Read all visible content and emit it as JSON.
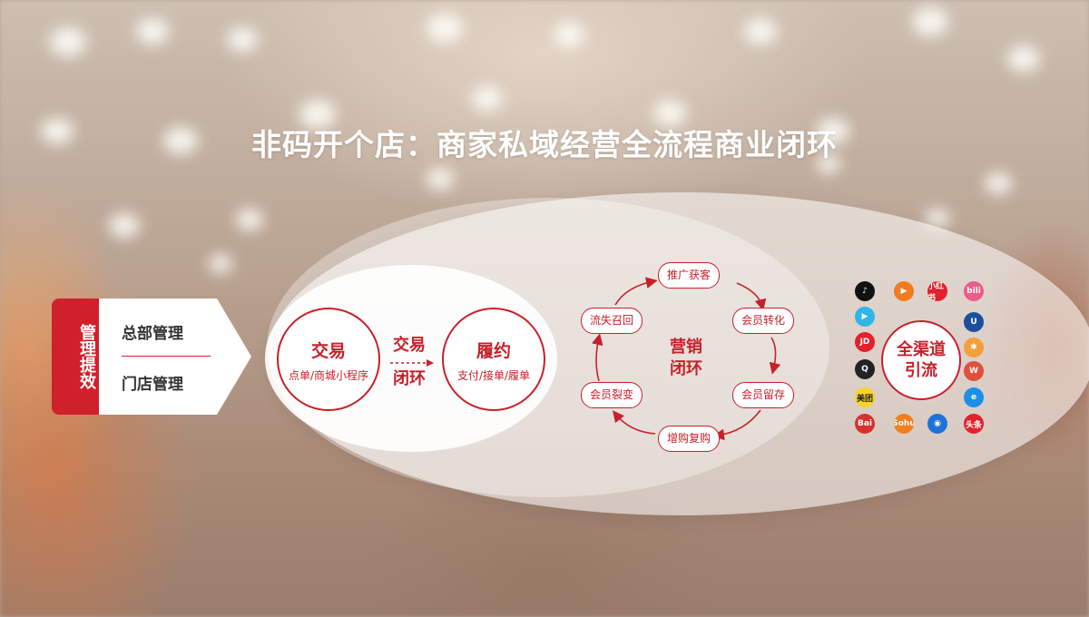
{
  "title": "非码开个店：商家私域经营全流程商业闭环",
  "management": {
    "tag": "管理提效",
    "items": [
      "总部管理",
      "门店管理"
    ]
  },
  "trade": {
    "name": "交易",
    "desc": "点单/商城小程序"
  },
  "link": {
    "line1": "交易",
    "line2": "闭环"
  },
  "fulfil": {
    "name": "履约",
    "desc": "支付/接单/履单"
  },
  "marketing": {
    "center": "营销\n闭环",
    "steps": [
      "推广获客",
      "会员转化",
      "会员留存",
      "增购复购",
      "会员裂变",
      "流失召回"
    ]
  },
  "channel": {
    "center": "全渠道\n引流",
    "icons": [
      {
        "name": "douyin-icon",
        "glyph": "♪",
        "color": "#111111"
      },
      {
        "name": "kuaishou-icon",
        "glyph": "▶",
        "color": "#f47a20"
      },
      {
        "name": "xiaohongshu-icon",
        "glyph": "小红书",
        "color": "#e3202c"
      },
      {
        "name": "bilibili-icon",
        "glyph": "bili",
        "color": "#ee5a89"
      },
      {
        "name": "tencent-video-icon",
        "glyph": "▶",
        "color": "#2fb5e8"
      },
      {
        "name": "unionpay-icon",
        "glyph": "U",
        "color": "#1b4f9c"
      },
      {
        "name": "jd-icon",
        "glyph": "JD",
        "color": "#e3202c"
      },
      {
        "name": "pinwheel-icon",
        "glyph": "✱",
        "color": "#f2a03a"
      },
      {
        "name": "qq-icon",
        "glyph": "Q",
        "color": "#222222"
      },
      {
        "name": "weibo-icon",
        "glyph": "W",
        "color": "#e0503c"
      },
      {
        "name": "meituan-icon",
        "glyph": "美团",
        "color": "#f9d423"
      },
      {
        "name": "eleme-icon",
        "glyph": "e",
        "color": "#1e8ee6"
      },
      {
        "name": "baidu-icon",
        "glyph": "Bai",
        "color": "#d8302f"
      },
      {
        "name": "sohu-icon",
        "glyph": "Sohu",
        "color": "#f08020"
      },
      {
        "name": "tencent-news-icon",
        "glyph": "◉",
        "color": "#1f72d8"
      },
      {
        "name": "toutiao-icon",
        "glyph": "头条",
        "color": "#e3202c"
      }
    ]
  },
  "colors": {
    "accent": "#c8202a",
    "tag": "#d0202b"
  }
}
